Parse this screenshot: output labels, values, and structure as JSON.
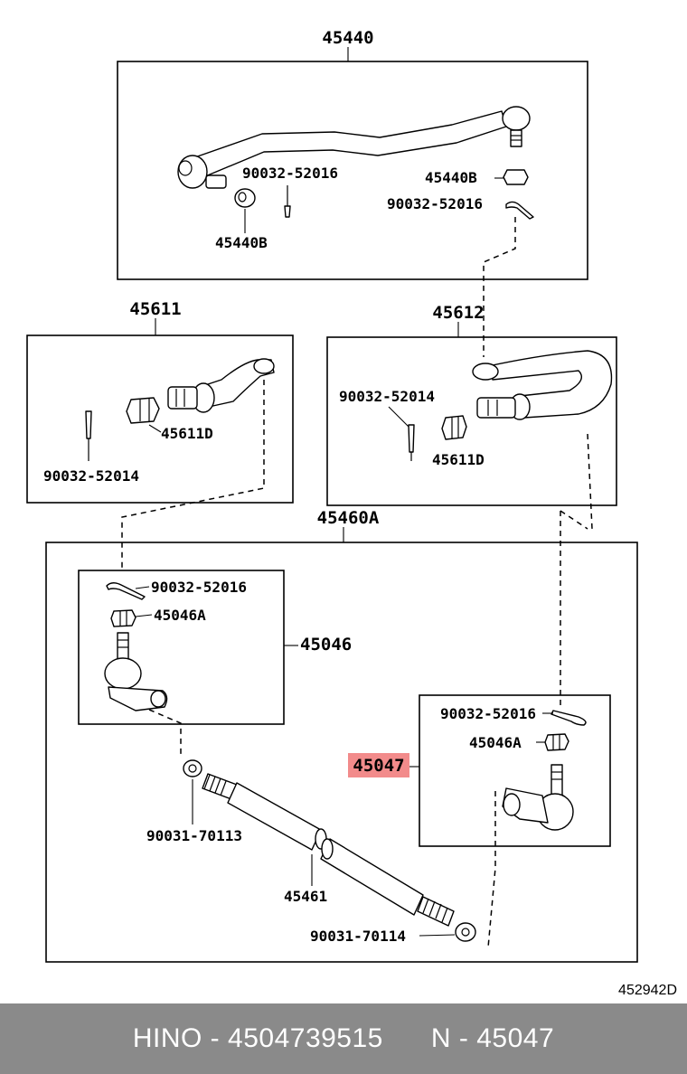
{
  "labels": {
    "main_tie_rod": "45440",
    "bushing_left": "45440B",
    "bushing_right": "45440B",
    "cotter_pin_a": "90032-52016",
    "cotter_pin_b": "90032-52016",
    "arm_left": "45611",
    "nut_left": "45611D",
    "cotter_pin_left": "90032-52014",
    "arm_right": "45612",
    "cotter_pin_right": "90032-52014",
    "nut_right": "45611D",
    "tie_rod_assy": "45460A",
    "cotter_pin_end_left": "90032-52016",
    "nut_end_left": "45046A",
    "end_left": "45046",
    "end_right": "45047",
    "cotter_pin_end_right": "90032-52016",
    "nut_end_right": "45046A",
    "clamp_nut_left": "90031-70113",
    "tube": "45461",
    "clamp_nut_right": "90031-70114",
    "figure_code": "452942D"
  },
  "highlight_color": "#f28b8b",
  "footer": {
    "brand": "HINO",
    "part_number": "4504739515",
    "code": "N - 45047",
    "separator": " - "
  }
}
